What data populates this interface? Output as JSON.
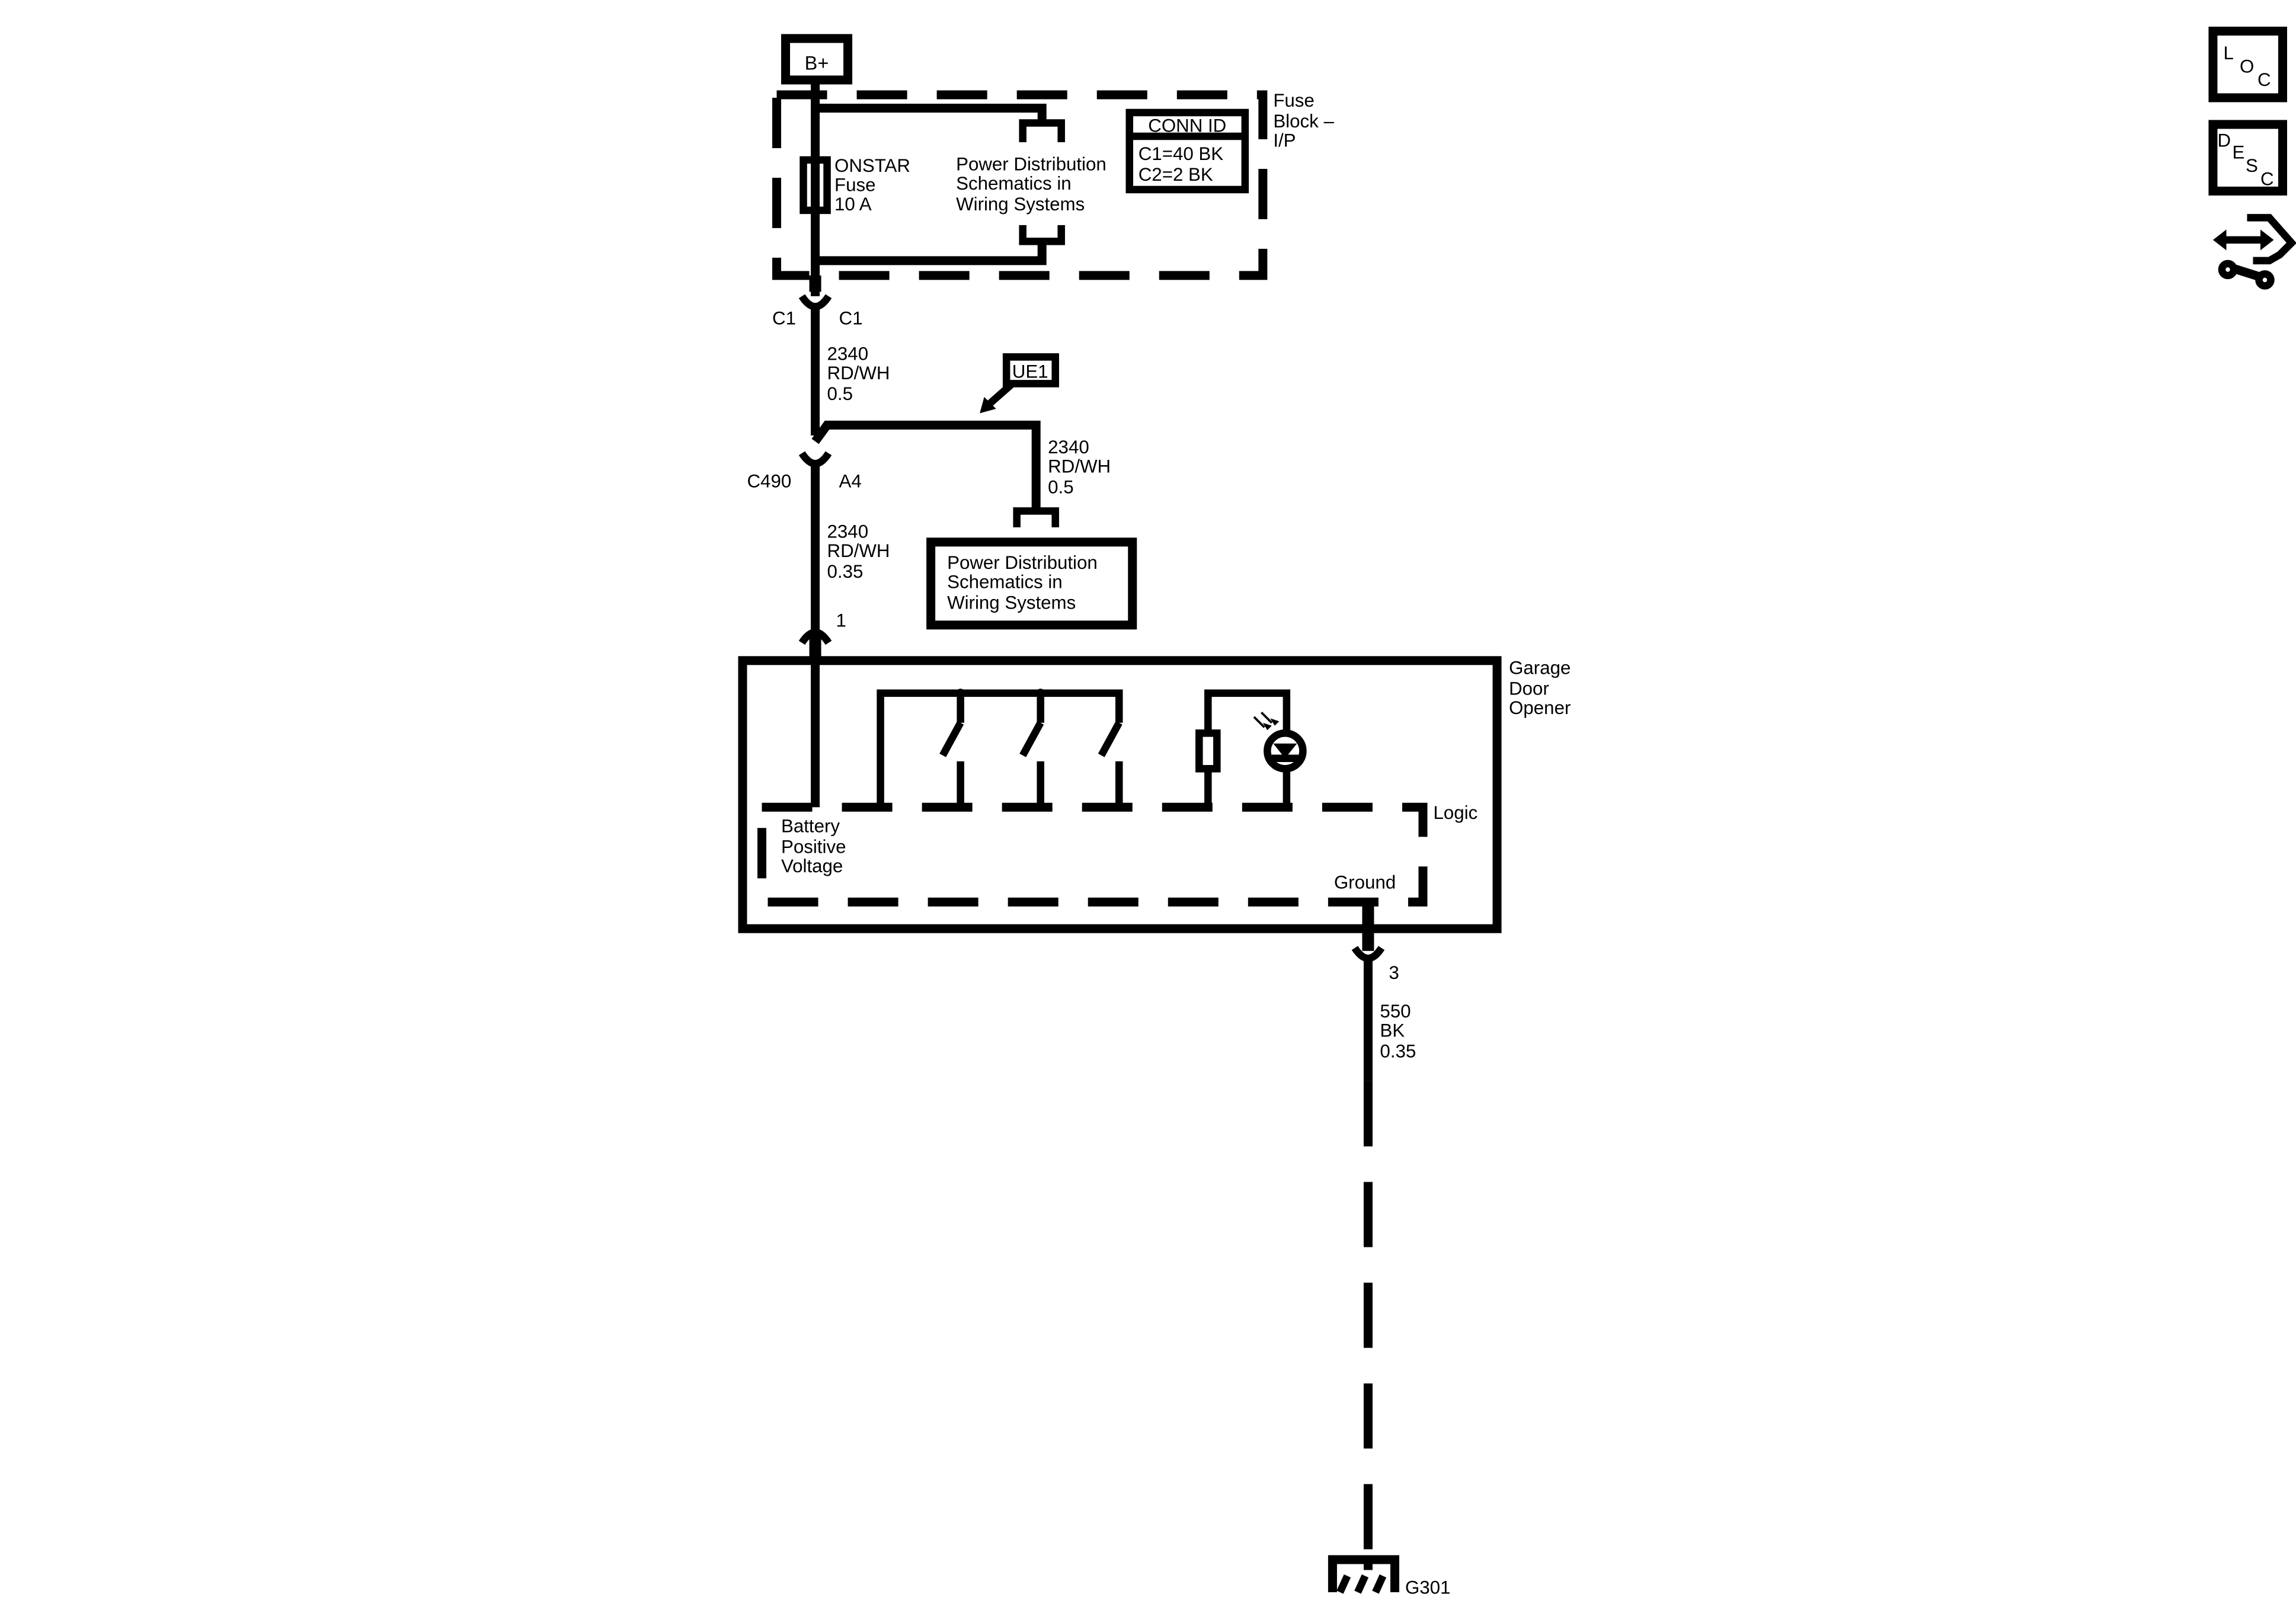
{
  "power_source": {
    "label": "B+"
  },
  "fuse_block": {
    "label": [
      "Fuse",
      "Block –",
      "I/P"
    ],
    "fuse_label": [
      "ONSTAR",
      "Fuse",
      "10 A"
    ],
    "ref_label": [
      "Power Distribution",
      "Schematics in",
      "Wiring Systems"
    ],
    "conn_id": {
      "title": "CONN ID",
      "rows": [
        "C1=40 BK",
        "C2=2 BK"
      ]
    }
  },
  "connectors": {
    "c1_left": "C1",
    "c1_right": "C1",
    "c490_name": "C490",
    "c490_pin": "A4",
    "gdo_pin1": "1",
    "gdo_pin3": "3"
  },
  "wires": {
    "w1": [
      "2340",
      "RD/WH",
      "0.5"
    ],
    "w2": [
      "2340",
      "RD/WH",
      "0.5"
    ],
    "w3": [
      "2340",
      "RD/WH",
      "0.35"
    ],
    "w4": [
      "550",
      "BK",
      "0.35"
    ]
  },
  "splice": {
    "label": "UE1"
  },
  "ref_box": {
    "label": [
      "Power Distribution",
      "Schematics in",
      "Wiring Systems"
    ]
  },
  "garage_door_opener": {
    "label": [
      "Garage",
      "Door",
      "Opener"
    ],
    "logic_label": "Logic",
    "battery_label": [
      "Battery",
      "Positive",
      "Voltage"
    ],
    "ground_label": "Ground"
  },
  "ground": {
    "label": "G301"
  },
  "side_icons": {
    "loc": {
      "letters": [
        "L",
        "O",
        "C"
      ],
      "icon": "location-icon"
    },
    "desc": {
      "letters": [
        "D",
        "E",
        "S",
        "C"
      ],
      "icon": "description-icon"
    },
    "connector_end_view": {
      "icon": "connector-end-view-icon"
    }
  }
}
